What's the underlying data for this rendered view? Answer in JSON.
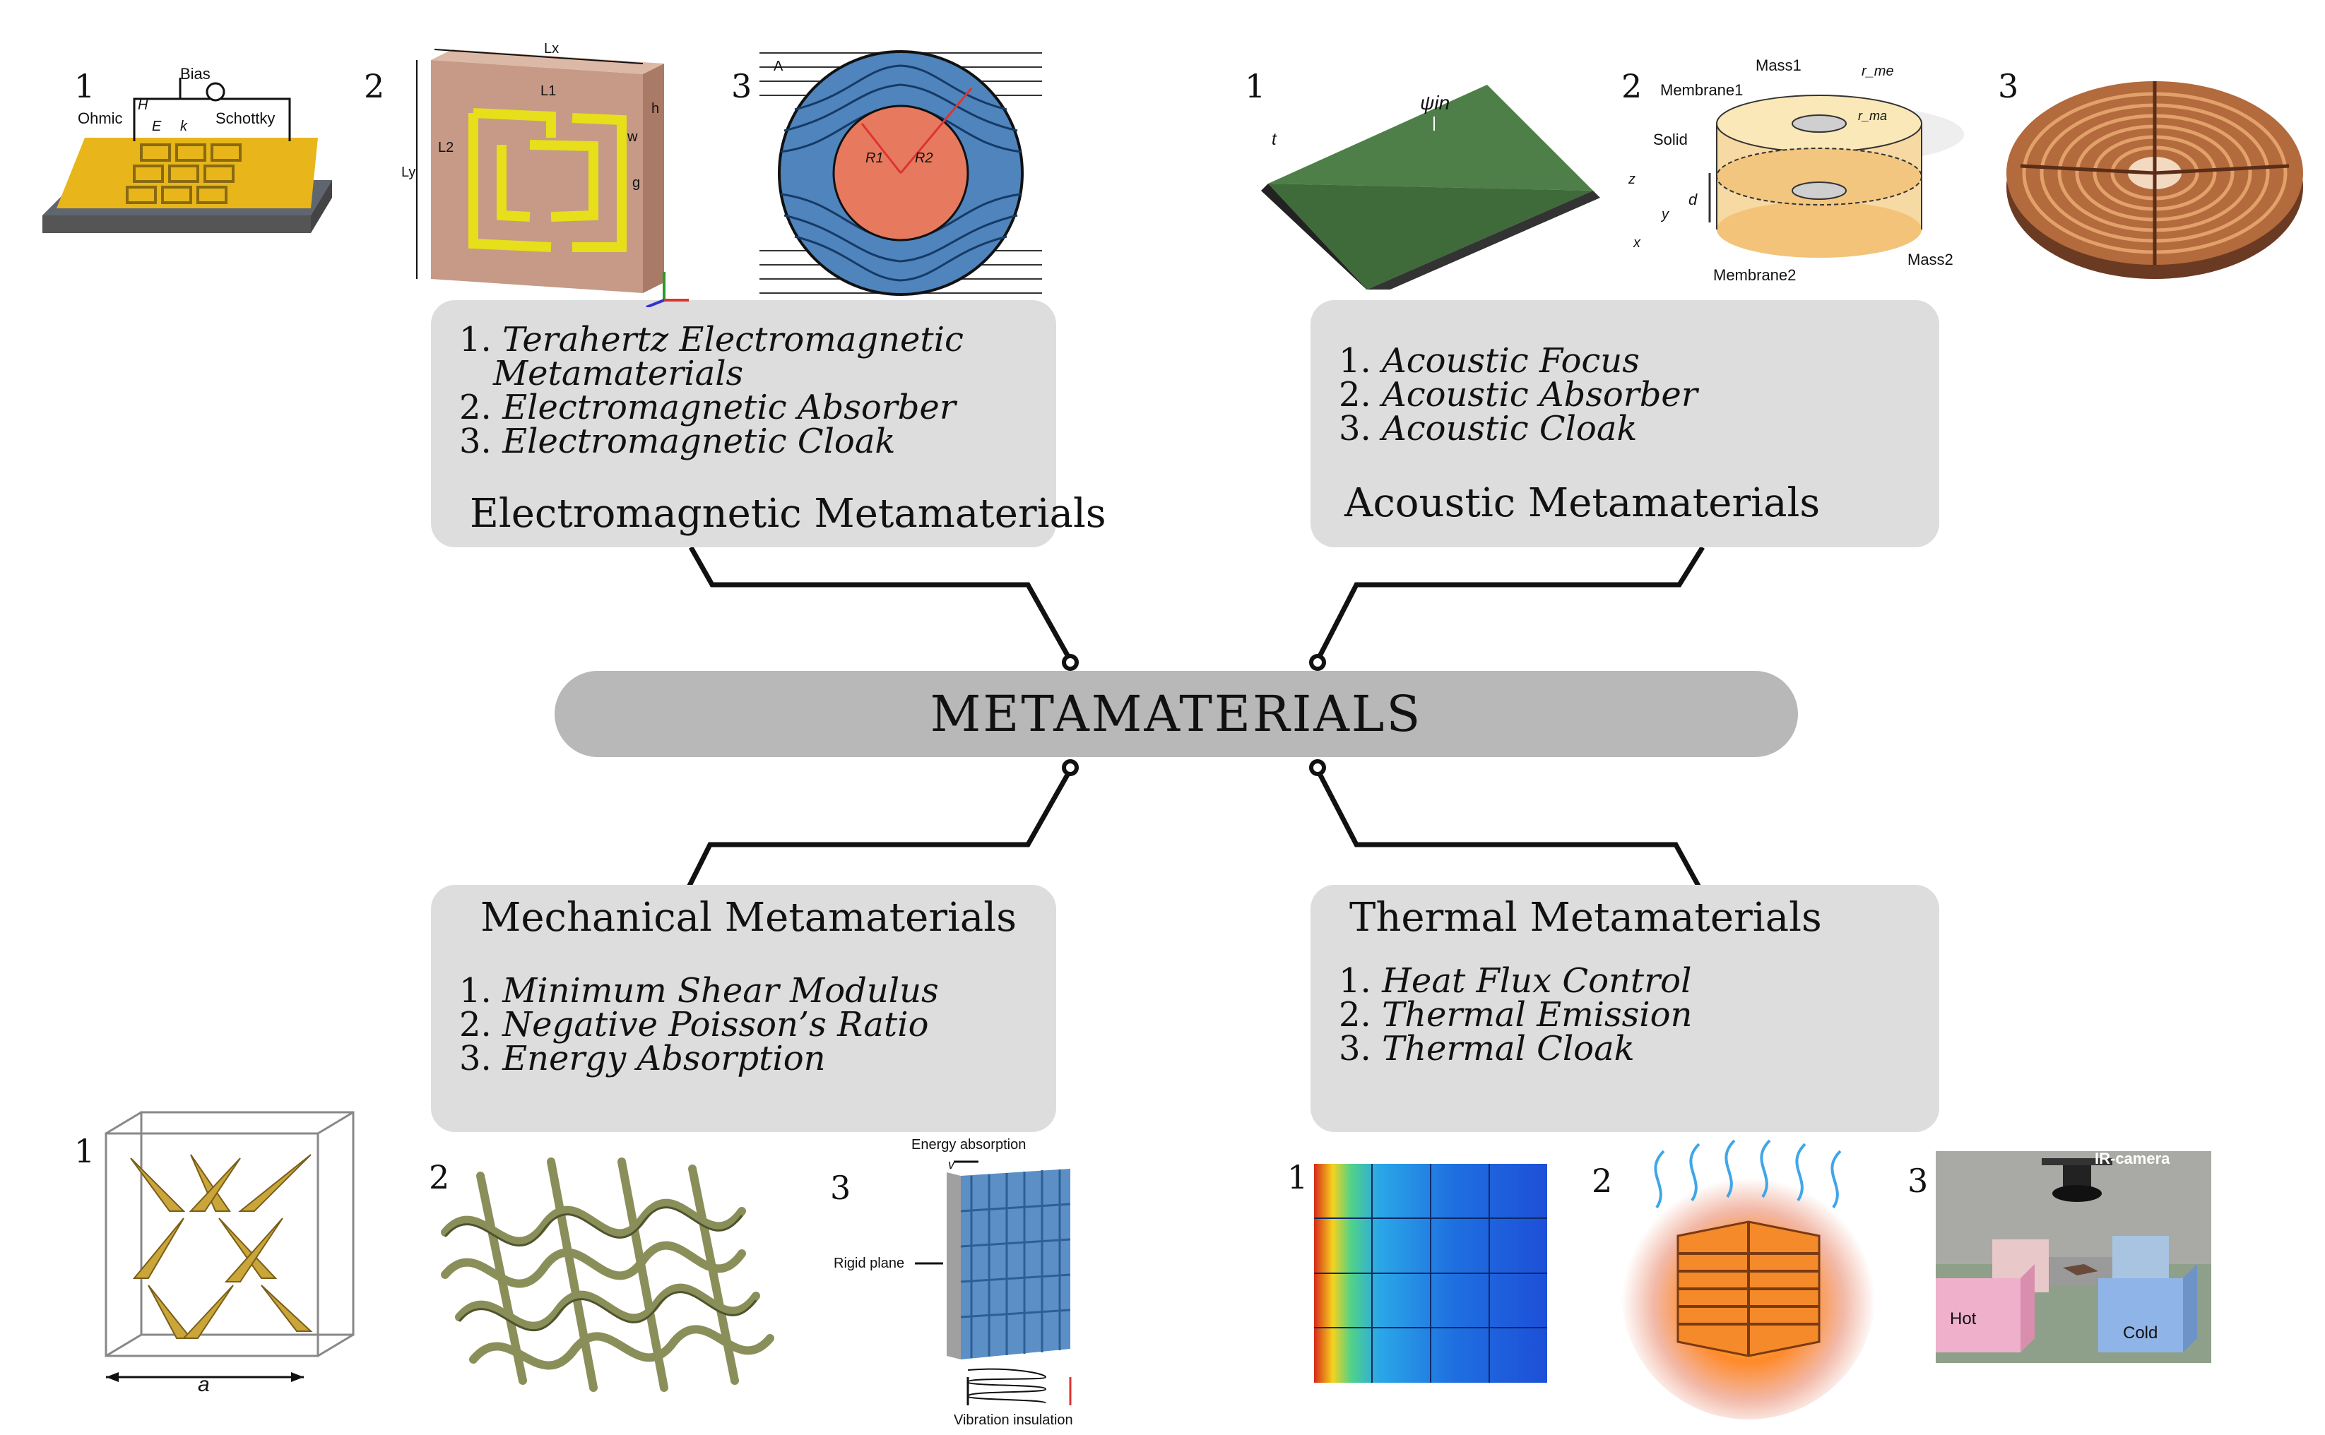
{
  "center_title": "METAMATERIALS",
  "electromagnetic": {
    "title": "Electromagnetic Metamaterials",
    "items": [
      "Terahertz Electromagnetic",
      "Metamaterials",
      "Electromagnetic Absorber",
      "Electromagnetic Cloak"
    ],
    "figure_numbers": [
      "1",
      "2",
      "3"
    ],
    "fig1_labels": [
      "Bias",
      "Ohmic",
      "Schottky",
      "H",
      "E",
      "k"
    ],
    "fig2_labels": [
      "Lx",
      "L1",
      "Ly",
      "L2",
      "h",
      "w",
      "g"
    ],
    "fig3_labels": [
      "A",
      "R1",
      "R2"
    ]
  },
  "acoustic": {
    "title": "Acoustic Metamaterials",
    "items": [
      "Acoustic Focus",
      "Acoustic Absorber",
      "Acoustic Cloak"
    ],
    "figure_numbers": [
      "1",
      "2",
      "3"
    ],
    "fig1_labels": [
      "ψin",
      "t"
    ],
    "fig2_labels": [
      "Mass1",
      "Membrane1",
      "Solid",
      "Mass2",
      "Membrane2",
      "r_me",
      "r_ma",
      "d",
      "z",
      "y",
      "x"
    ]
  },
  "mechanical": {
    "title": "Mechanical Metamaterials",
    "items": [
      "Minimum Shear Modulus",
      "Negative Poisson’s Ratio",
      "Energy Absorption"
    ],
    "figure_numbers": [
      "1",
      "2",
      "3"
    ],
    "fig1_labels": [
      "a"
    ],
    "fig3_labels": [
      "Energy absorption",
      "Rigid plane",
      "Vibration insulation",
      "v"
    ]
  },
  "thermal": {
    "title": "Thermal Metamaterials",
    "items": [
      "Heat Flux Control",
      "Thermal Emission",
      "Thermal Cloak"
    ],
    "figure_numbers": [
      "1",
      "2",
      "3"
    ],
    "fig3_labels": [
      "IR-camera",
      "Hot",
      "Cold"
    ]
  },
  "colors": {
    "box_fill": "#dddddd",
    "center_fill": "#b8b8b8",
    "connector": "#111111",
    "gold": "#e8b61a",
    "blue": "#5b8fc6",
    "salmon": "#e77a5e"
  }
}
